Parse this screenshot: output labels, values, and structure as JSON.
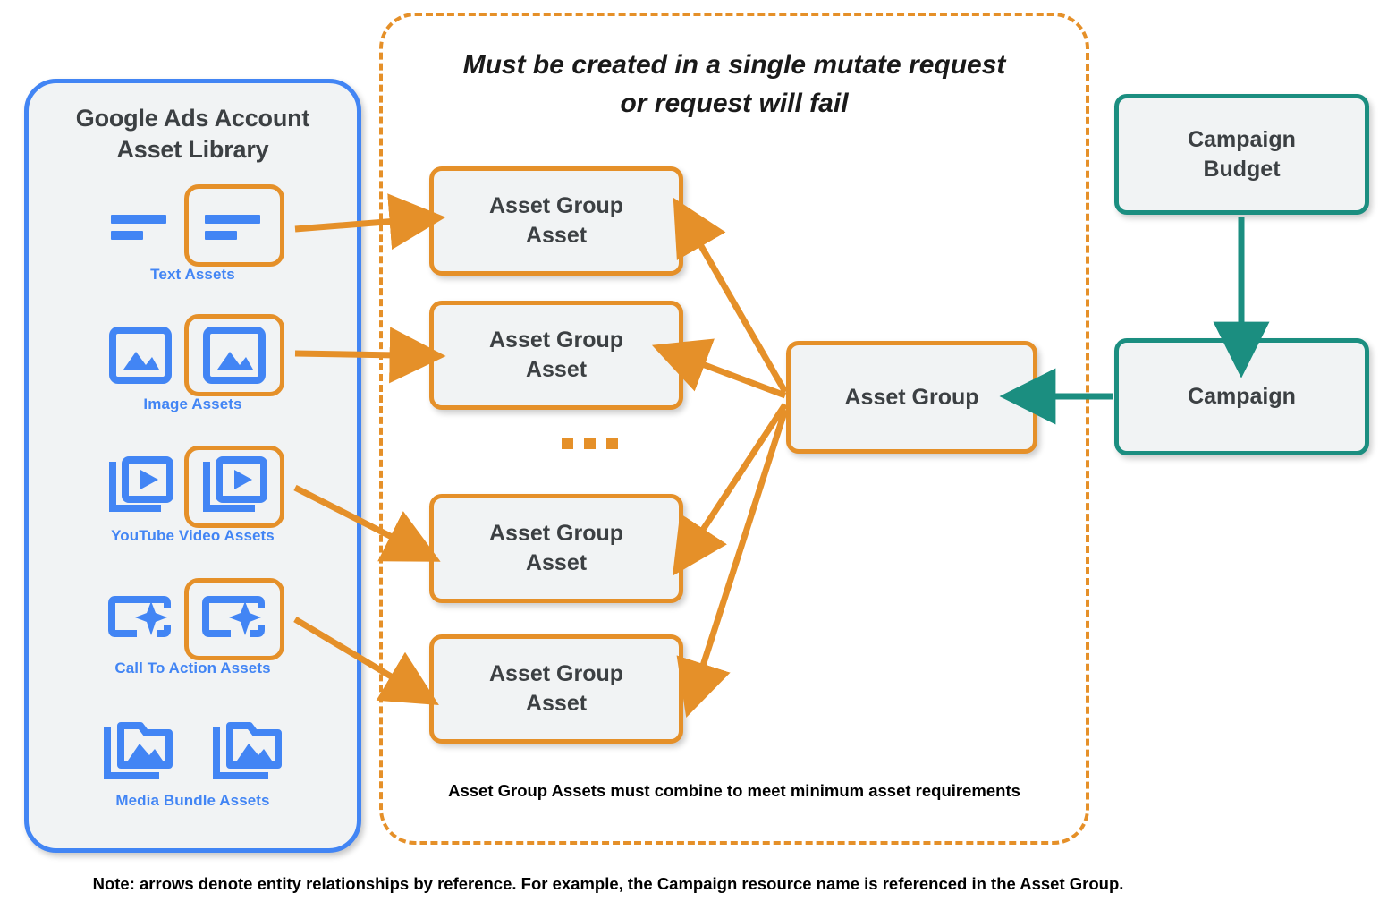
{
  "library": {
    "title": "Google Ads Account\nAsset Library",
    "title_line1": "Google Ads Account",
    "title_line2": "Asset Library",
    "border_color": "#4285f4",
    "items": [
      {
        "label": "Text Assets",
        "icon": "text-asset-icon"
      },
      {
        "label": "Image Assets",
        "icon": "image-asset-icon"
      },
      {
        "label": "YouTube Video  Assets",
        "icon": "youtube-video-asset-icon"
      },
      {
        "label": "Call To Action Assets",
        "icon": "call-to-action-asset-icon"
      },
      {
        "label": "Media Bundle  Assets",
        "icon": "media-bundle-asset-icon"
      }
    ]
  },
  "mutate_group": {
    "title_line1": "Must be created in a single mutate request",
    "title_line2": "or request will fail",
    "footnote": "Asset Group Assets must combine to meet minimum asset requirements",
    "border_color": "#e59029",
    "asset_group_assets": [
      {
        "line1": "Asset Group",
        "line2": "Asset"
      },
      {
        "line1": "Asset Group",
        "line2": "Asset"
      },
      {
        "line1": "Asset Group",
        "line2": "Asset"
      },
      {
        "line1": "Asset Group",
        "line2": "Asset"
      }
    ],
    "ellipsis": "..."
  },
  "asset_group": {
    "label": "Asset Group",
    "border_color": "#e59029"
  },
  "campaign_budget": {
    "line1": "Campaign",
    "line2": "Budget",
    "border_color": "#1b8e80"
  },
  "campaign": {
    "label": "Campaign",
    "border_color": "#1b8e80"
  },
  "footer": {
    "note": "Note: arrows denote entity relationships by reference. For example, the Campaign resource name is referenced in the Asset Group."
  },
  "colors": {
    "orange": "#e59029",
    "teal": "#1b8e80",
    "blue": "#4285f4",
    "node_fill": "#f1f3f4",
    "text_dark": "#3c4043"
  }
}
